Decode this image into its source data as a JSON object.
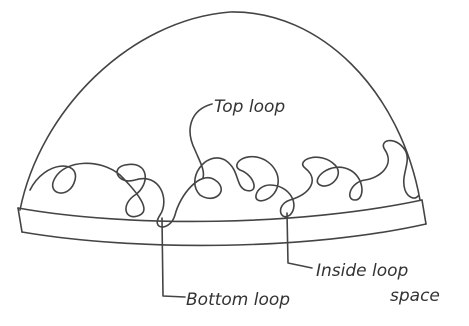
{
  "labels": {
    "top_loop": "Top loop",
    "inside_loop_space_line1": "Inside loop",
    "inside_loop_space_line2": "space",
    "bottom_loop": "Bottom loop"
  },
  "colors": {
    "ink": "#444444",
    "background": "#ffffff"
  }
}
